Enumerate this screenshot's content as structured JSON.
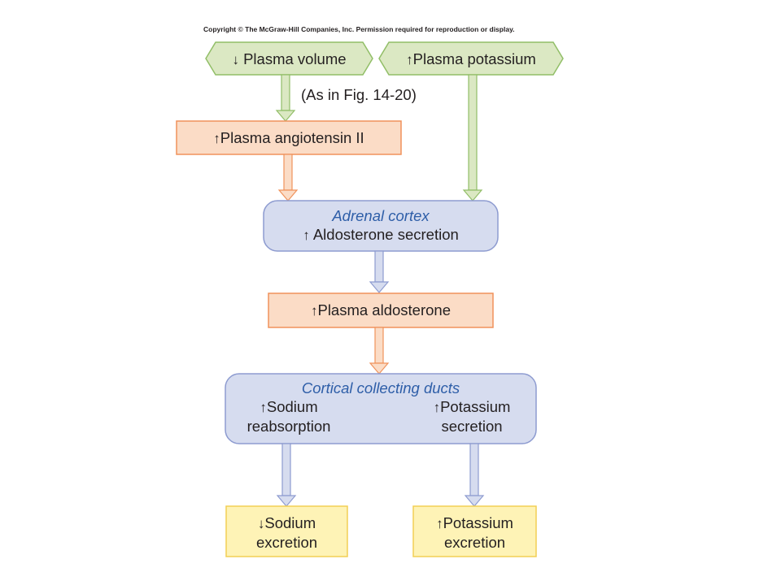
{
  "copyright": "Copyright © The McGraw-Hill Companies, Inc. Permission required for reproduction or display.",
  "caption": "(As in Fig. 14-20)",
  "colors": {
    "green_fill": "#dbe8c3",
    "green_stroke": "#91be67",
    "orange_fill": "#fbdcc6",
    "orange_stroke": "#f0925b",
    "blue_fill": "#d6dcef",
    "blue_stroke": "#8d9bd0",
    "yellow_fill": "#fef3b6",
    "yellow_stroke": "#f2cf55",
    "title_blue": "#2e5ea8"
  },
  "nodes": {
    "plasma_volume": {
      "arrow": "↓",
      "text": "Plasma volume"
    },
    "plasma_potassium": {
      "arrow": "↑",
      "text": "Plasma potassium"
    },
    "angiotensin": {
      "arrow": "↑",
      "text": "Plasma angiotensin II"
    },
    "adrenal": {
      "title": "Adrenal cortex",
      "arrow": "↑",
      "text": "Aldosterone secretion"
    },
    "aldosterone": {
      "arrow": "↑",
      "text": "Plasma aldosterone"
    },
    "ducts": {
      "title": "Cortical collecting ducts",
      "left_arrow": "↑",
      "left_line1": "Sodium",
      "left_line2": "reabsorption",
      "right_arrow": "↑",
      "right_line1": "Potassium",
      "right_line2": "secretion"
    },
    "sodium_excretion": {
      "arrow": "↓",
      "line1": "Sodium",
      "line2": "excretion"
    },
    "potassium_excretion": {
      "arrow": "↑",
      "line1": "Potassium",
      "line2": "excretion"
    }
  }
}
